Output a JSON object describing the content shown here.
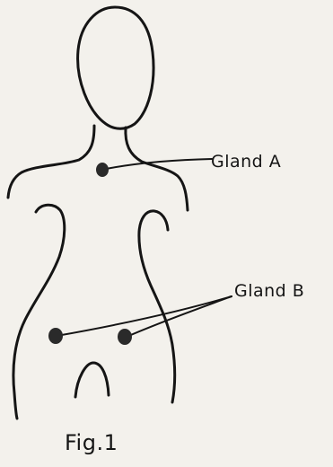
{
  "labels": {
    "gland_a": "Gland A",
    "gland_b": "Gland B"
  },
  "caption": "Fig.1",
  "colors": {
    "background": "#f3f1ec",
    "ink": "#151515"
  }
}
